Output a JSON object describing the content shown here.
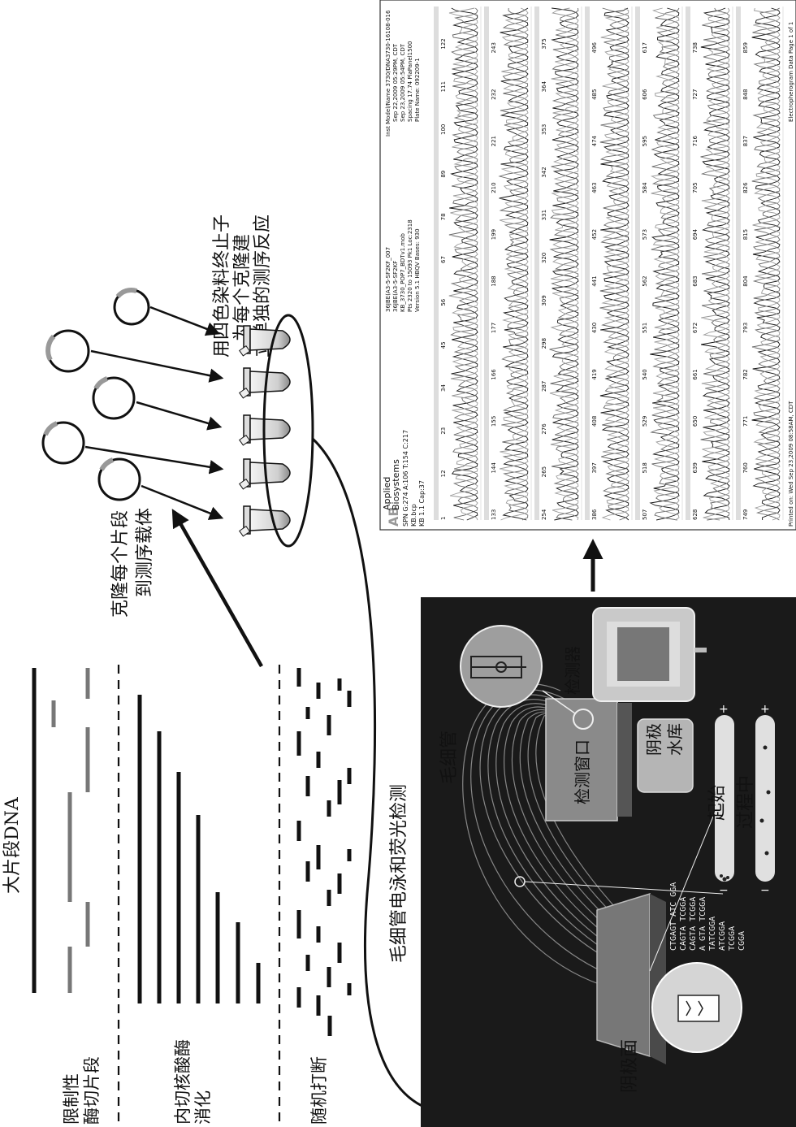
{
  "fragmentation": {
    "large_dna": "大片段DNA",
    "restriction_label_1": "限制性",
    "restriction_label_2": "酶切片段",
    "endonuclease_label_1": "内切核酸酶",
    "endonuclease_label_2": "消化",
    "random_label": "随机打断"
  },
  "cloning": {
    "clone_label_1": "克隆每个片段",
    "clone_label_2": "到测序载体",
    "reaction_label_1": "用四色染料终止子",
    "reaction_label_2": "为每个克隆建",
    "reaction_label_3": "立单独的测序反应"
  },
  "instrument": {
    "title": "毛细管电泳和荧光检测",
    "capillary": "毛细管",
    "detection_window": "检测窗口",
    "detector": "检测器",
    "cathode_reservoir_1": "阴极",
    "cathode_reservoir_2": "水库",
    "start": "起始",
    "in_progress": "过程中",
    "anode_face": "阴极面",
    "plus": "+",
    "minus": "−",
    "sequence_lines": [
      "CTGAGT ATC GGA",
      "CAGTA TCGGA",
      "CAGTA TCGGA",
      "A GTA TCGGA",
      "TATCGGA",
      "ATCGGA",
      "TCGGA",
      "CGGA"
    ]
  },
  "electropherogram": {
    "logo": "AB",
    "brand_1": "Applied",
    "brand_2": "Biosystems",
    "header_left": [
      "SPN G:274 A:106 T:154 C:217",
      "KB.bcp",
      "KB 1.1    Cap:37"
    ],
    "header_mid": [
      "36JBE(A3-5-SF2KF_007",
      "36JBE(A3-5-SF2KF",
      "KB_3730_POP7_BDTv1.mob",
      "Pts 2320 to 15093 Pk1 Loc:2318",
      "Version 5.1    HBQV Bases: 930"
    ],
    "header_right": [
      "Inst Model/Name 3730/DNA3730-16108-016",
      "Sep 22,2009 05:29PM, CDT",
      "Sep 23,2009 05:54PM, CDT",
      "Spacing 17.74  PlaPanel1500",
      "Plate Name: 092209-1"
    ],
    "footer_left": "Printed on: Wed Sep 23,2009 08:58AM, CDT",
    "footer_right": "Electropherogram Data  Page 1 of 1",
    "rows": [
      {
        "start": "1",
        "ticks": [
          "12",
          "23",
          "34",
          "45",
          "56",
          "67",
          "78",
          "89",
          "100",
          "111",
          "122"
        ]
      },
      {
        "start": "133",
        "ticks": [
          "144",
          "155",
          "166",
          "177",
          "188",
          "199",
          "210",
          "221",
          "232",
          "243"
        ]
      },
      {
        "start": "254",
        "ticks": [
          "265",
          "276",
          "287",
          "298",
          "309",
          "320",
          "331",
          "342",
          "353",
          "364",
          "375"
        ]
      },
      {
        "start": "386",
        "ticks": [
          "397",
          "408",
          "419",
          "430",
          "441",
          "452",
          "463",
          "474",
          "485",
          "496"
        ]
      },
      {
        "start": "507",
        "ticks": [
          "518",
          "529",
          "540",
          "551",
          "562",
          "573",
          "584",
          "595",
          "606",
          "617"
        ]
      },
      {
        "start": "628",
        "ticks": [
          "639",
          "650",
          "661",
          "672",
          "683",
          "694",
          "705",
          "716",
          "727",
          "738"
        ]
      },
      {
        "start": "749",
        "ticks": [
          "760",
          "771",
          "782",
          "793",
          "804",
          "815",
          "826",
          "837",
          "848",
          "859"
        ]
      }
    ]
  }
}
